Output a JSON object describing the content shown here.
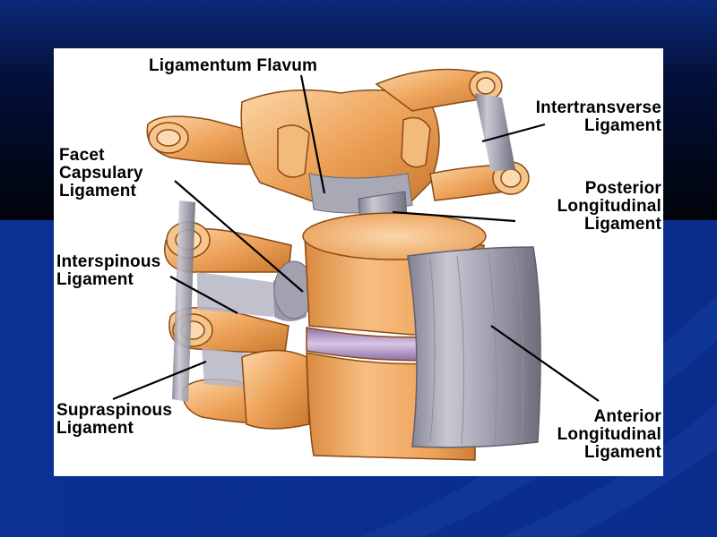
{
  "colors": {
    "slide_background_top": "#00071a",
    "slide_background_band": "#0a2f96",
    "panel_background": "#ffffff",
    "bone": "#eea35a",
    "bone_highlight": "#fbd6a6",
    "ligament": "#a9a9b6",
    "disc": "#b499c6",
    "label_text": "#000000"
  },
  "labels": {
    "ligamentum_flavum": "Ligamentum Flavum",
    "facet_capsulary": "Facet\nCapsulary\nLigament",
    "interspinous": "Interspinous\nLigament",
    "supraspinous": "Supraspinous\nLigament",
    "intertransverse": "Intertransverse\nLigament",
    "posterior_longitudinal": "Posterior\nLongitudinal\nLigament",
    "anterior_longitudinal": "Anterior\nLongitudinal\nLigament"
  }
}
